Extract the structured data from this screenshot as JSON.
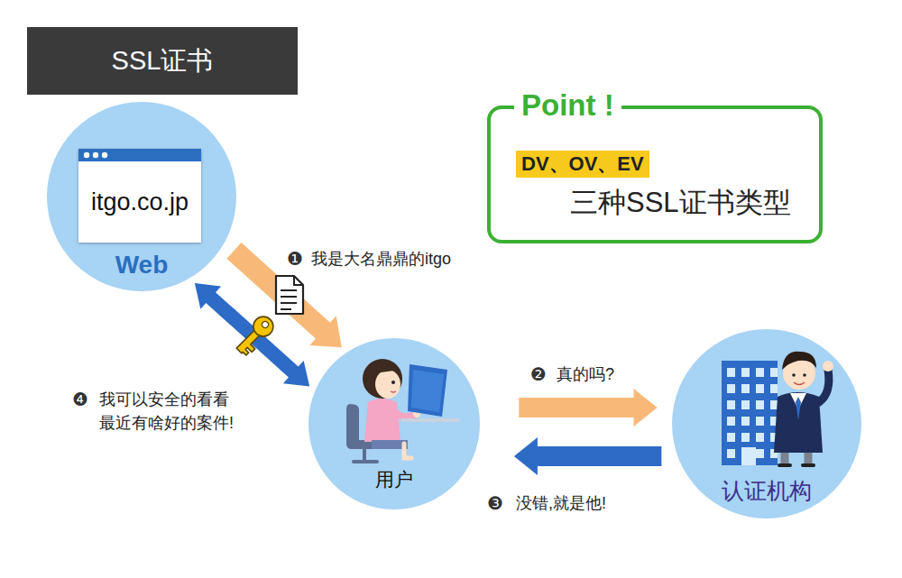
{
  "diagram": {
    "title": "SSL证书",
    "nodes": [
      {
        "text": [
          "Web"
        ]
      },
      {
        "text": [
          "itgo.co.jp"
        ],
        "in": 0
      },
      {
        "text": [
          "Point !",
          "DV、OV、EV",
          "三种SSL证书类型"
        ]
      },
      {
        "text": [
          "用户"
        ]
      },
      {
        "text": [
          "认证机构"
        ]
      }
    ],
    "edges": [
      {
        "from": 0,
        "to": 3,
        "arrow": "to",
        "label": "我是大名鼎鼎的itgo"
      },
      {
        "from": 0,
        "to": 3,
        "arrow": "both",
        "label": "我可以安全的看看 最近有啥好的案件!"
      },
      {
        "from": 3,
        "to": 4,
        "arrow": "to",
        "label": "真的吗?"
      },
      {
        "from": 4,
        "to": 3,
        "arrow": "to",
        "label": "没错,就是他!"
      }
    ],
    "labels": [
      "❶",
      "❷",
      "❸",
      "❹"
    ]
  }
}
